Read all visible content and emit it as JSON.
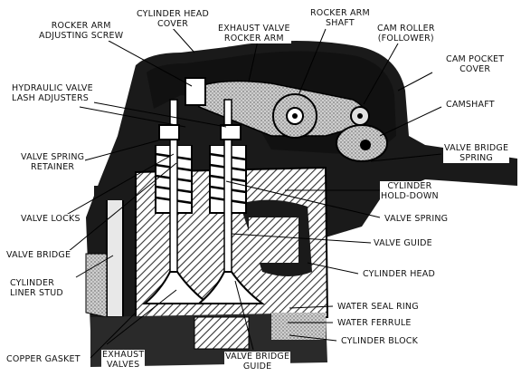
{
  "colors": {
    "ink": "#111111",
    "paper": "#ffffff",
    "hatch": "#555555"
  },
  "labels": {
    "rocker_arm_adjusting_screw": [
      "ROCKER ARM",
      "ADJUSTING SCREW"
    ],
    "cylinder_head_cover": [
      "CYLINDER HEAD",
      "COVER"
    ],
    "exhaust_valve_rocker_arm": [
      "EXHAUST VALVE",
      "ROCKER ARM"
    ],
    "rocker_arm_shaft": [
      "ROCKER ARM",
      "SHAFT"
    ],
    "cam_roller": [
      "CAM ROLLER",
      "(FOLLOWER)"
    ],
    "cam_pocket_cover": [
      "CAM POCKET",
      "COVER"
    ],
    "hydraulic_valve_lash_adjusters": [
      "HYDRAULIC VALVE",
      "LASH ADJUSTERS"
    ],
    "camshaft": [
      "CAMSHAFT"
    ],
    "valve_spring_retainer": [
      "VALVE SPRING",
      "RETAINER"
    ],
    "valve_bridge_spring": [
      "VALVE BRIDGE",
      "SPRING"
    ],
    "cylinder_hold_down": [
      "CYLINDER",
      "HOLD-DOWN"
    ],
    "valve_locks": [
      "VALVE LOCKS"
    ],
    "valve_spring": [
      "VALVE SPRING"
    ],
    "valve_bridge": [
      "VALVE BRIDGE"
    ],
    "valve_guide": [
      "VALVE GUIDE"
    ],
    "cylinder_liner_stud": [
      "CYLINDER",
      "LINER STUD"
    ],
    "cylinder_head": [
      "CYLINDER HEAD"
    ],
    "water_seal_ring": [
      "WATER SEAL RING"
    ],
    "water_ferrule": [
      "WATER FERRULE"
    ],
    "cylinder_block": [
      "CYLINDER BLOCK"
    ],
    "copper_gasket": [
      "COPPER GASKET"
    ],
    "exhaust_valves": [
      "EXHAUST",
      "VALVES"
    ],
    "valve_bridge_guide": [
      "VALVE BRIDGE",
      "GUIDE"
    ]
  }
}
